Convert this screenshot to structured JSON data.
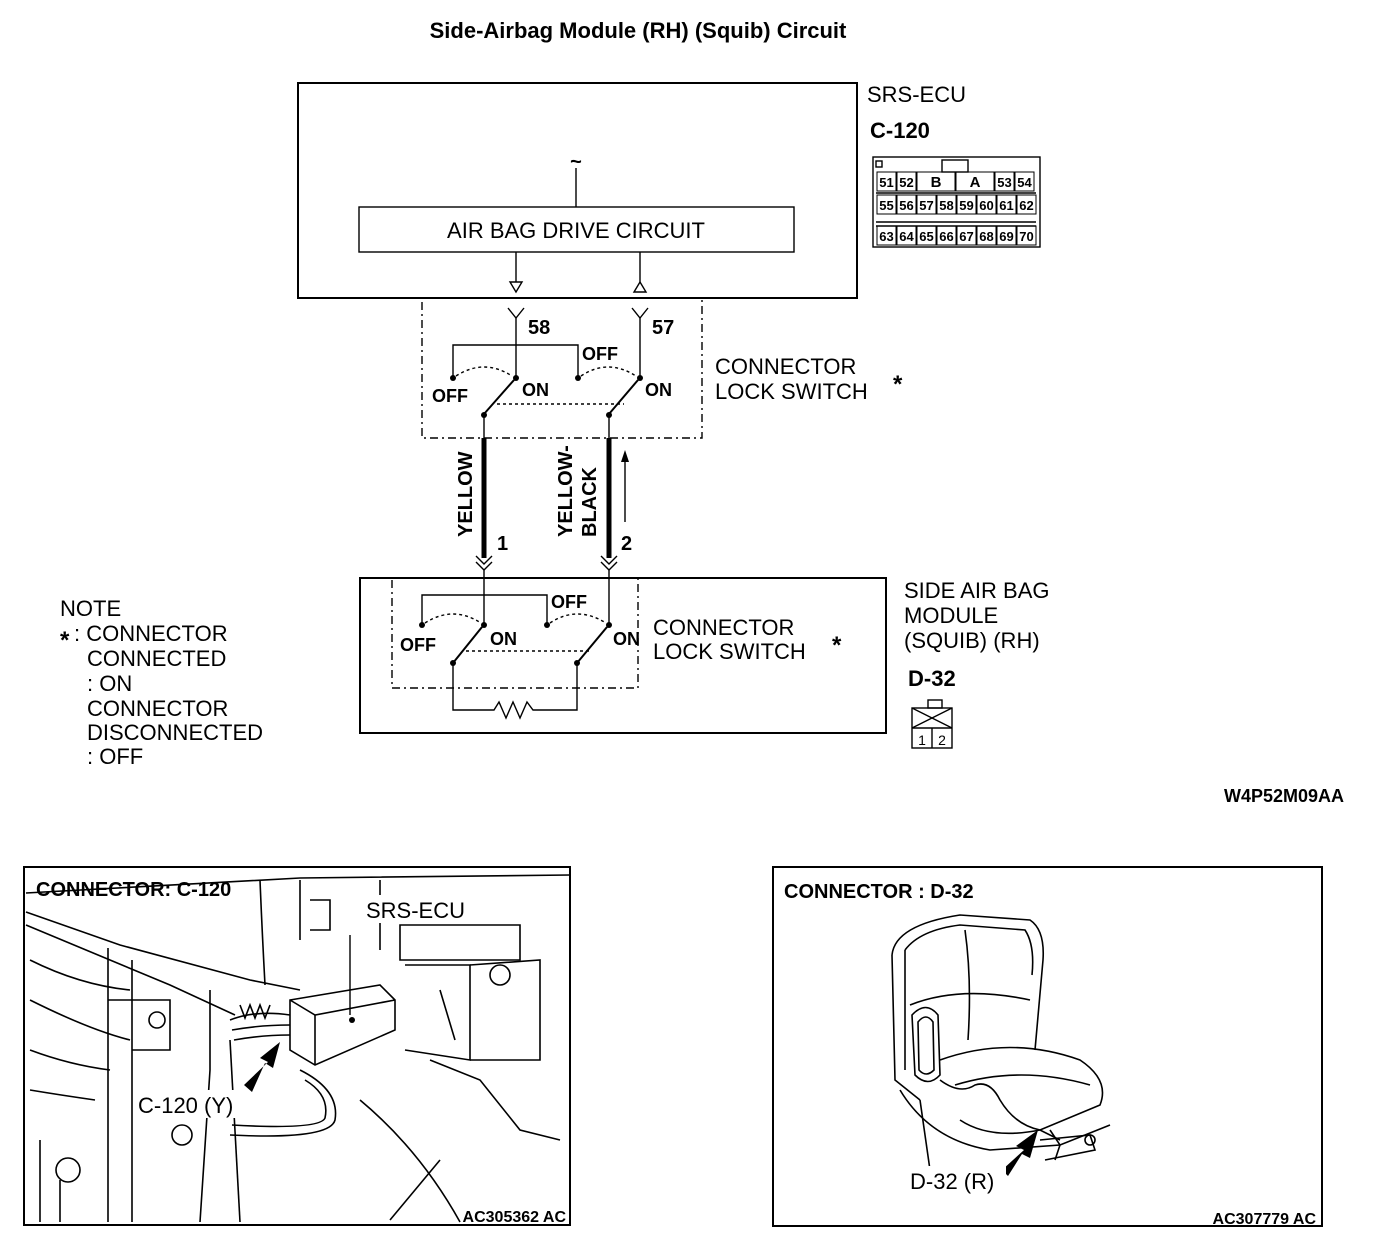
{
  "diagram": {
    "title": "Side-Airbag Module (RH) (Squib) Circuit",
    "ecu": {
      "name": "SRS-ECU",
      "connector": "C-120",
      "drive_circuit": "AIR BAG DRIVE CIRCUIT",
      "pin_a": "58",
      "pin_b": "57",
      "tilde": "~"
    },
    "connector_face": {
      "row1": [
        "51",
        "52",
        "B",
        "A",
        "53",
        "54"
      ],
      "row2": [
        "55",
        "56",
        "57",
        "58",
        "59",
        "60",
        "61",
        "62"
      ],
      "row3": [
        "63",
        "64",
        "65",
        "66",
        "67",
        "68",
        "69",
        "70"
      ]
    },
    "lock_switch_upper": {
      "label_line1": "CONNECTOR",
      "label_line2": "LOCK SWITCH",
      "asterisk": "*",
      "off_left": "OFF",
      "on_left": "ON",
      "off_right": "OFF",
      "on_right": "ON"
    },
    "wires": {
      "left_color": "YELLOW",
      "left_pin": "1",
      "right_color_line1": "YELLOW-",
      "right_color_line2": "BLACK",
      "right_pin": "2"
    },
    "module": {
      "label_line1": "SIDE AIR BAG",
      "label_line2": "MODULE",
      "label_line3": "(SQUIB) (RH)",
      "connector": "D-32",
      "face_pins": [
        "1",
        "2"
      ]
    },
    "lock_switch_lower": {
      "label_line1": "CONNECTOR",
      "label_line2": "LOCK SWITCH",
      "asterisk": "*",
      "off_left": "OFF",
      "on_left": "ON",
      "off_right": "OFF",
      "on_right": "ON"
    },
    "note": {
      "heading": "NOTE",
      "asterisk": "*",
      "line1": ": CONNECTOR",
      "line2": "CONNECTED",
      "line3": ": ON",
      "line4": "CONNECTOR",
      "line5": "DISCONNECTED",
      "line6": ": OFF"
    },
    "drawing_code": "W4P52M09AA"
  },
  "panel_left": {
    "title": "CONNECTOR: C-120",
    "ecu_label": "SRS-ECU",
    "connector_label": "C-120 (Y)",
    "code": "AC305362 AC"
  },
  "panel_right": {
    "title": "CONNECTOR : D-32",
    "connector_label": "D-32 (R)",
    "code": "AC307779 AC"
  }
}
